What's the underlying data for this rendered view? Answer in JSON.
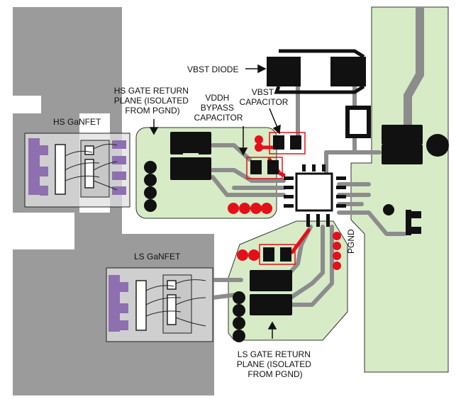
{
  "labels": {
    "vbst_diode": "VBST DIODE",
    "hs_gate_return": [
      "HS GATE RETURN",
      "PLANE (ISOLATED",
      "FROM PGND)"
    ],
    "vddh_bypass": [
      "VDDH",
      "BYPASS",
      "CAPACITOR"
    ],
    "vbst_capacitor": [
      "VBST",
      "CAPACITOR"
    ],
    "hs_ganfet": "HS GaNFET",
    "ls_ganfet": "LS GaNFET",
    "pgnd": "PGND",
    "ls_gate_return": [
      "LS GATE RETURN",
      "PLANE (ISOLATED",
      "FROM PGND)"
    ]
  },
  "colors": {
    "power_plane": "#9b9b9b",
    "ground_plane": "#d6ebc6",
    "trace": "#8c8c8c",
    "component": "#111111",
    "via": "#e3101a",
    "highlight": "#e3101a",
    "package_pad": "#8e6fb0"
  }
}
